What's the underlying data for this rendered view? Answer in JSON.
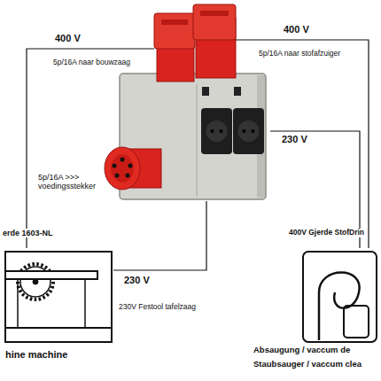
{
  "diagram": {
    "nodes": [
      {
        "text": [
          "5p/16A >>> voedingsstekker"
        ]
      },
      {
        "text": [
          "hine machine"
        ]
      },
      {
        "text": [
          "Absaugung / vaccum de",
          "Staubsauger / vaccum clea"
        ]
      }
    ],
    "edges": [
      {
        "from": 0,
        "to": 1,
        "arrow": "none",
        "label": "400 V"
      },
      {
        "from": 0,
        "to": 2,
        "arrow": "none",
        "label": "400 V"
      },
      {
        "from": 0,
        "to": 2,
        "arrow": "none",
        "label": "230 V"
      },
      {
        "from": 0,
        "to": 1,
        "arrow": "none",
        "label": "230 V"
      }
    ],
    "labels": [
      "5p/16A naar bouwzaag",
      "5p/16A naar stofafzuiger",
      "erde 1603-NL",
      "230V Festool tafelzaag",
      "400V Gjerde StofDrin"
    ]
  }
}
